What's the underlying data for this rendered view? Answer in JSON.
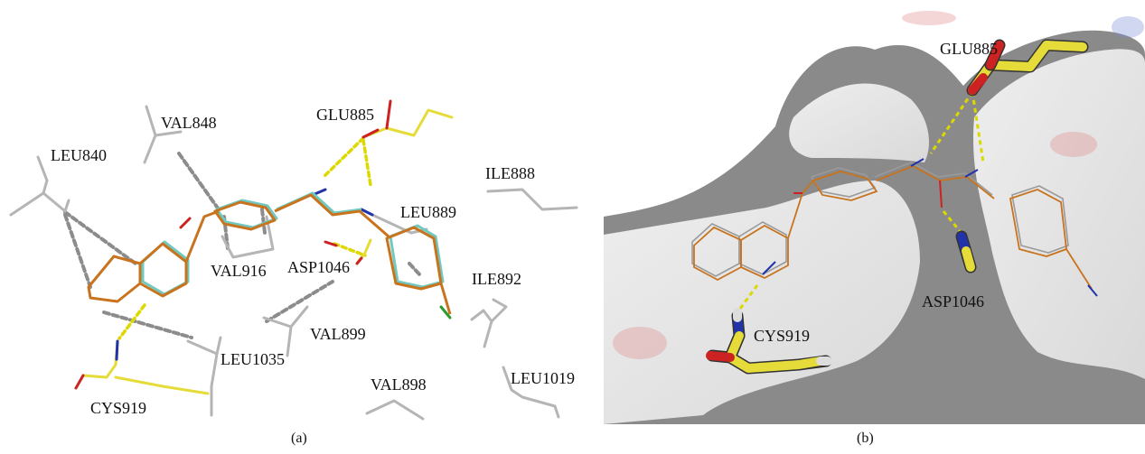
{
  "figure": {
    "panel_a": {
      "caption": "(a)",
      "residues": [
        {
          "id": "leu840",
          "label": "LEU840"
        },
        {
          "id": "val848",
          "label": "VAL848"
        },
        {
          "id": "glu885",
          "label": "GLU885"
        },
        {
          "id": "ile888",
          "label": "ILE888"
        },
        {
          "id": "leu889",
          "label": "LEU889"
        },
        {
          "id": "val916",
          "label": "VAL916"
        },
        {
          "id": "asp1046",
          "label": "ASP1046"
        },
        {
          "id": "ile892",
          "label": "ILE892"
        },
        {
          "id": "val899",
          "label": "VAL899"
        },
        {
          "id": "leu1035",
          "label": "LEU1035"
        },
        {
          "id": "cys919",
          "label": "CYS919"
        },
        {
          "id": "val898",
          "label": "VAL898"
        },
        {
          "id": "leu1019",
          "label": "LEU1019"
        }
      ]
    },
    "panel_b": {
      "caption": "(b)",
      "residues": [
        {
          "id": "glu885",
          "label": "GLU885"
        },
        {
          "id": "asp1046",
          "label": "ASP1046"
        },
        {
          "id": "cys919",
          "label": "CYS919"
        }
      ]
    },
    "colors": {
      "ligand_orange": "#c8731e",
      "ligand_cyan": "#6fc9c0",
      "residue_gray": "#b5b5b5",
      "key_residue_yellow": "#e5dc3a",
      "nitrogen_blue": "#2233aa",
      "oxygen_red": "#cc2222",
      "hbond_yellow": "#dcd800",
      "hydrophobic_gray": "#8c8c8c",
      "surface_gray": "#8a8a8a"
    }
  }
}
